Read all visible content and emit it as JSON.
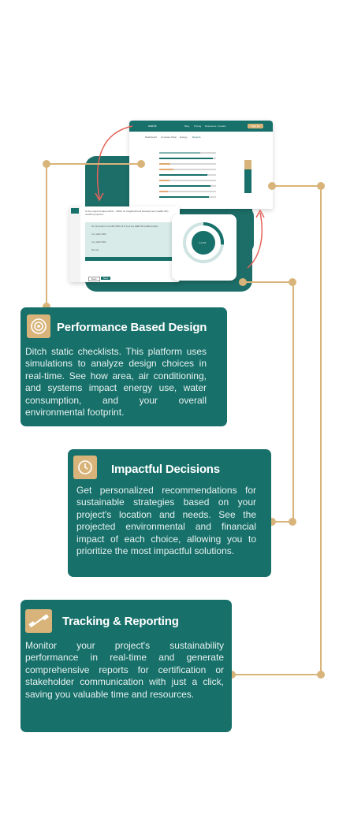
{
  "illustration": {
    "logo": "sust AI",
    "nav_items": [
      "Blog",
      "Pricing",
      "Resources",
      "Contact"
    ],
    "cta": "Sign up",
    "tabs": [
      "Dashboard",
      "Compare Data",
      "Energy",
      "Reports"
    ],
    "question": "Is the project located within ~ 800m for Neighborhood Development (LEED ND) certified projects?",
    "options": [
      "No, this project is not within 800m (0.5 mi) of any LEED ND certified projects",
      "Yes, within 400m",
      "Yes, within 800m",
      "Not sure"
    ],
    "gauge_label": "1 of 16",
    "back_label": "Back",
    "next_label": "Next",
    "theme_colors": {
      "teal": "#1d6e68",
      "gold": "#d9b47a",
      "arrow": "#e4635a"
    }
  },
  "features": [
    {
      "icon": "target-icon",
      "title": "Performance Based Design",
      "body": "Ditch static checklists. This platform uses simulations to analyze design choices in real-time. See how area, air conditioning, and systems impact energy use, water consumption, and your overall environmental footprint."
    },
    {
      "icon": "clock-icon",
      "title": "Impactful Decisions",
      "body": "Get personalized recommendations for sustainable strategies based on your project's location and needs. See the projected environmental and financial impact of each choice, allowing you to prioritize the most impactful solutions."
    },
    {
      "icon": "dumbbell-icon",
      "title": "Tracking & Reporting",
      "body": "Monitor your project's sustainability performance in real-time and generate comprehensive reports for certification or stakeholder communication with just a click, saving you valuable time and resources."
    }
  ]
}
